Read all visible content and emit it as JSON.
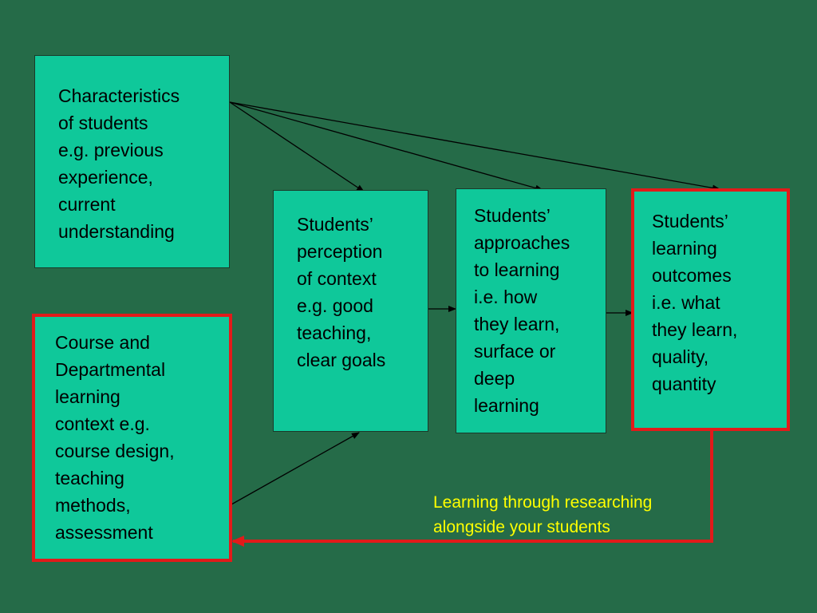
{
  "colors": {
    "background": "#256b48",
    "box_fill": "#0fc89a",
    "highlight_border": "#e21a1a",
    "caption_text": "#ffff00"
  },
  "boxes": {
    "characteristics": "Characteristics\nof students\ne.g. previous\nexperience,\ncurrent\nunderstanding",
    "context": "Course and\nDepartmental\nlearning\ncontext e.g.\ncourse design,\nteaching\nmethods,\nassessment",
    "perception": "Students’\nperception\nof context\ne.g. good\nteaching,\nclear goals",
    "approaches": "Students’\napproaches\nto learning\ni.e. how\nthey learn,\nsurface or\ndeep\nlearning",
    "outcomes": "Students’\nlearning\noutcomes\ni.e. what\nthey learn,\nquality,\nquantity"
  },
  "caption": "Learning through researching\nalongside your students"
}
